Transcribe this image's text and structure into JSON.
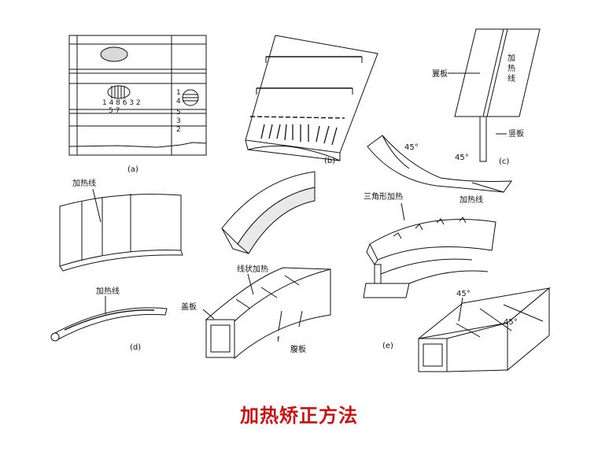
{
  "title": "加热矫正方法",
  "labels": {
    "a": "(a)",
    "b": "(b)",
    "c": "(c)",
    "d": "(d)",
    "e": "(e)",
    "a_numbers": "1 4 8 6 3 2",
    "a_numbers2": "5 7",
    "a_side1": "1",
    "a_side4": "4",
    "a_side5": "5",
    "a_side3": "3",
    "a_side2": "2",
    "wing_plate": "翼板",
    "heat_line_vert_1": "加",
    "heat_line_vert_2": "热",
    "heat_line_vert_3": "线",
    "vertical_plate": "竖板",
    "angle_1": "45°",
    "angle_2": "45°",
    "heat_line_d_top": "加热线",
    "triangle_heat": "三角形加热",
    "heat_line_e": "加热线",
    "heat_line_d": "加热线",
    "linear_heat": "线状加热",
    "cover_plate": "盖板",
    "web_plate": "腹板",
    "f_mark": "f",
    "angle_3": "45°",
    "angle_4": "45°"
  }
}
